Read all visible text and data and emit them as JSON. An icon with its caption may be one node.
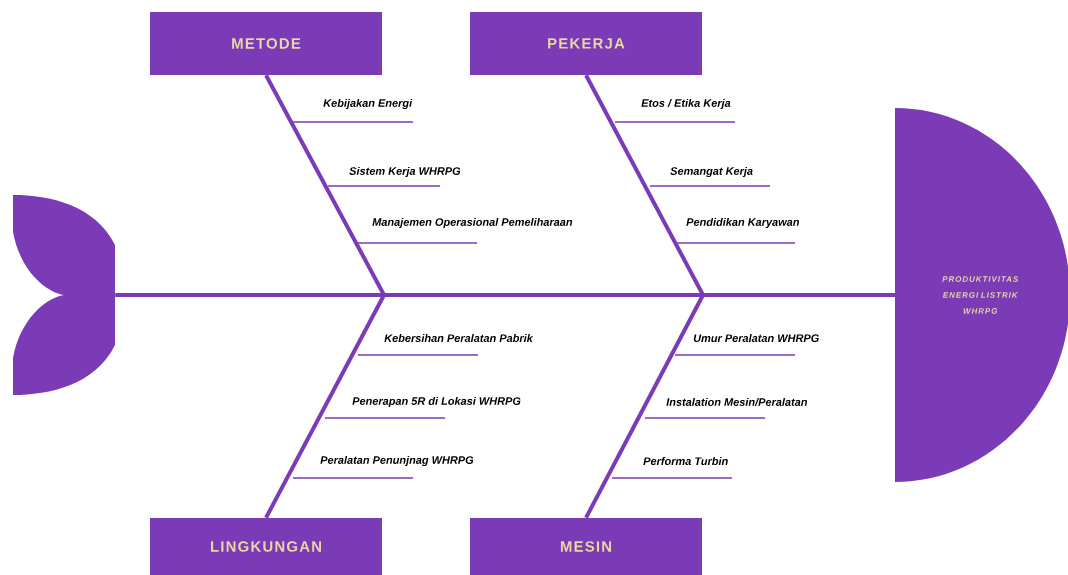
{
  "diagram": {
    "nodes": [
      {
        "text": [
          "METODE"
        ]
      },
      {
        "text": [
          "PEKERJA"
        ]
      },
      {
        "text": [
          "LINGKUNGAN"
        ]
      },
      {
        "text": [
          "MESIN"
        ]
      },
      {
        "text": [
          "PRODUKTIVITAS ENERGI LISTRIK WHRPG"
        ]
      },
      {
        "text": [],
        "shape": "tail"
      }
    ],
    "edges": [
      {
        "from": 5,
        "to": 4,
        "arrow": "none"
      },
      {
        "from": 0,
        "to": null,
        "arrow": "none"
      },
      {
        "from": 1,
        "to": null,
        "arrow": "none"
      },
      {
        "from": 2,
        "to": null,
        "arrow": "none"
      },
      {
        "from": 3,
        "to": null,
        "arrow": "none"
      }
    ],
    "labels": [
      "Kebijakan Energi",
      "Etos / Etika Kerja",
      "Sistem Kerja WHRPG",
      "Semangat Kerja",
      "Manajemen Operasional Pemeliharaan",
      "Pendidikan Karyawan",
      "Kebersihan Peralatan Pabrik",
      "Umur  Peralatan WHRPG",
      "Penerapan 5R di Lokasi WHRPG",
      "Instalation Mesin/Peralatan",
      "Peralatan Penunjnag WHRPG",
      "Performa Turbin"
    ]
  }
}
